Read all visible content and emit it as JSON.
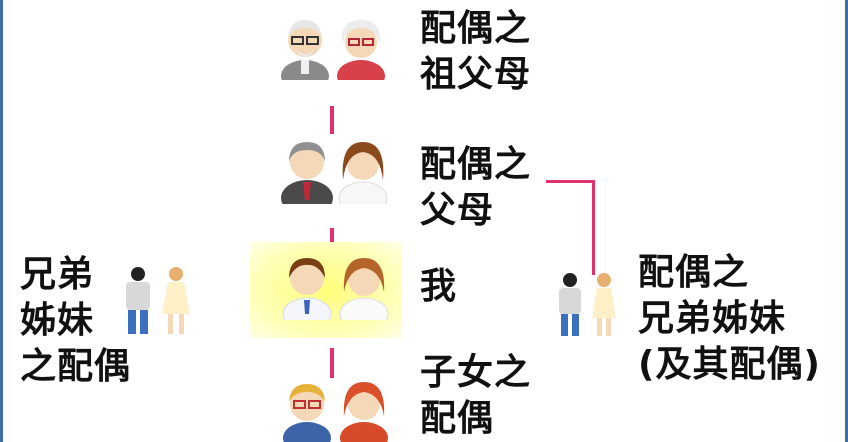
{
  "nodes": {
    "spouse_grandparents": "配偶之\n祖父母",
    "spouse_parents": "配偶之\n父母",
    "self": "我",
    "children_spouses": "子女之\n配偶",
    "siblings_spouses": "兄弟\n姊妹\n之配偶",
    "spouse_siblings": "配偶之\n兄弟姊妹\n(及其配偶)"
  },
  "colors": {
    "connector": "#e0306e",
    "border": "#3d6ea3",
    "highlight": "#ffff7a"
  },
  "icons": {
    "grandparents": "elderly-couple-icon",
    "parents": "middle-aged-couple-icon",
    "self": "young-couple-icon",
    "children": "couple-with-glasses-icon",
    "siblings": "man-woman-icon",
    "spouse_siblings": "man-woman-icon"
  }
}
